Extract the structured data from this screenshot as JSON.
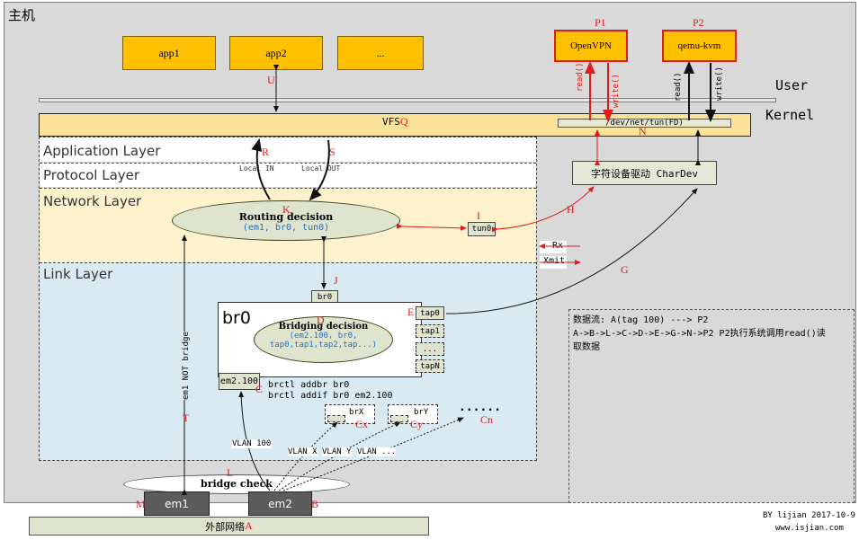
{
  "host_label": "主机",
  "apps": [
    "app1",
    "app2",
    "..."
  ],
  "procs": [
    {
      "proc_label": "P1",
      "name": "OpenVPN",
      "read": "read()",
      "write": "write()"
    },
    {
      "proc_label": "P2",
      "name": "qemu-kvm",
      "read": "read()",
      "write": "write()"
    }
  ],
  "user_label": "User",
  "kernel_label": "Kernel",
  "vfs_label": "VFS",
  "devnet_label": "/dev/net/tun(FD)",
  "layers": {
    "application": "Application Layer",
    "protocol": "Protocol Layer",
    "network": "Network Layer",
    "link": "Link Layer"
  },
  "local_in": "Local IN",
  "local_out": "Local OUT",
  "routing": {
    "title": "Routing decision",
    "sub": "(em1, br0, tun0)"
  },
  "chardev": "字符设备驱动 CharDev",
  "tun0": "tun0",
  "rx": "Rx",
  "xmit": "Xmit",
  "br0_port": "br0",
  "br0_title": "br0",
  "bridging": {
    "title": "Bridging decision",
    "sub1": "(em2.100, br0,",
    "sub2": "tap0,tap1,tap2,tap...)"
  },
  "taps": [
    "tap0",
    "tap1",
    "...",
    "tapN"
  ],
  "em2_100": "em2.100",
  "brctl1": "brctl addbr br0",
  "brctl2": "brctl addif br0 em2.100",
  "brX": "brX",
  "brY": "brY",
  "dots_more": "......",
  "vlans": [
    "VLAN 100",
    "VLAN X",
    "VLAN Y",
    "VLAN ..."
  ],
  "em1_not_bridge": "em1 NOT bridge",
  "bridge_check": "bridge check",
  "em1": "em1",
  "em2": "em2",
  "external": "外部网络",
  "letters": {
    "A": "A",
    "B": "B",
    "C": "C",
    "Cx": "Cx",
    "Cy": "Cy",
    "Cn": "Cn",
    "D": "D",
    "E": "E",
    "G": "G",
    "H": "H",
    "I": "I",
    "J": "J",
    "K": "K",
    "L": "L",
    "M": "M",
    "N": "N",
    "Q": "Q",
    "R": "R",
    "S": "S",
    "T": "T",
    "U": "U"
  },
  "note_line1": "数据流: A(tag 100) ---> P2",
  "note_line2": "A->B->L->C->D->E->G->N->P2  P2执行系统调用read()读",
  "note_line3": "取数据",
  "credit1": "BY lijian 2017-10-9",
  "credit2": "www.isjian.com"
}
